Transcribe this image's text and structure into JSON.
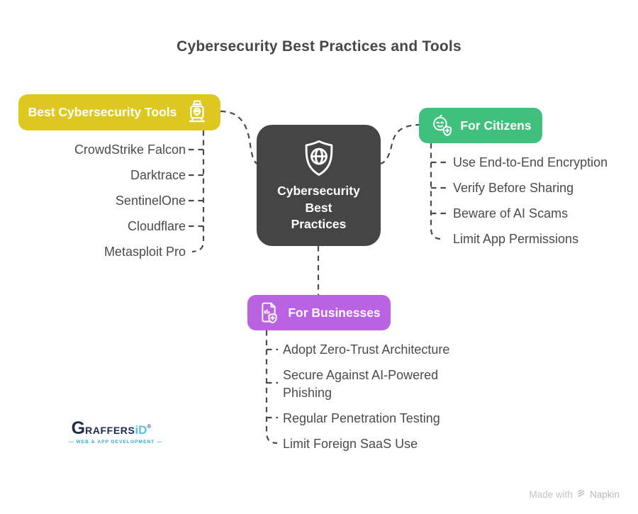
{
  "title": "Cybersecurity Best Practices and Tools",
  "center": {
    "label": "Cybersecurity Best Practices",
    "lines": [
      "Cybersecurity",
      "Best",
      "Practices"
    ],
    "icon": "shield-globe-icon"
  },
  "branches": {
    "tools": {
      "label": "Best Cybersecurity Tools",
      "icon": "hacker-laptop-icon",
      "items": [
        "CrowdStrike Falcon",
        "Darktrace",
        "SentinelOne",
        "Cloudflare",
        "Metasploit Pro"
      ]
    },
    "citizens": {
      "label": "For Citizens",
      "icon": "child-shield-icon",
      "items": [
        "Use End-to-End Encryption",
        "Verify Before Sharing",
        "Beware of AI Scams",
        "Limit App Permissions"
      ]
    },
    "businesses": {
      "label": "For Businesses",
      "icon": "document-shield-icon",
      "items": [
        "Adopt Zero-Trust Architecture",
        "Secure Against AI-Powered Phishing",
        "Regular Penetration Testing",
        "Limit Foreign SaaS Use"
      ]
    }
  },
  "logo": {
    "brand_g": "G",
    "brand_main": "raffers",
    "brand_accent": "iD",
    "registered": "®",
    "tagline": "— WEB & APP DEVELOPMENT —"
  },
  "watermark": {
    "prefix": "Made with",
    "brand": "Napkin"
  },
  "colors": {
    "tools_accent": "#ddc81f",
    "citizens_accent": "#3fc07c",
    "businesses_accent": "#bb62e2",
    "center_node": "#454545",
    "connector": "#4a4a4a",
    "item_text": "#4b4b4b",
    "logo_navy": "#1d2b50",
    "logo_blue": "#56c3e8",
    "logo_teal": "#2fa9c9",
    "watermark_gray": "#c4c4c4"
  }
}
